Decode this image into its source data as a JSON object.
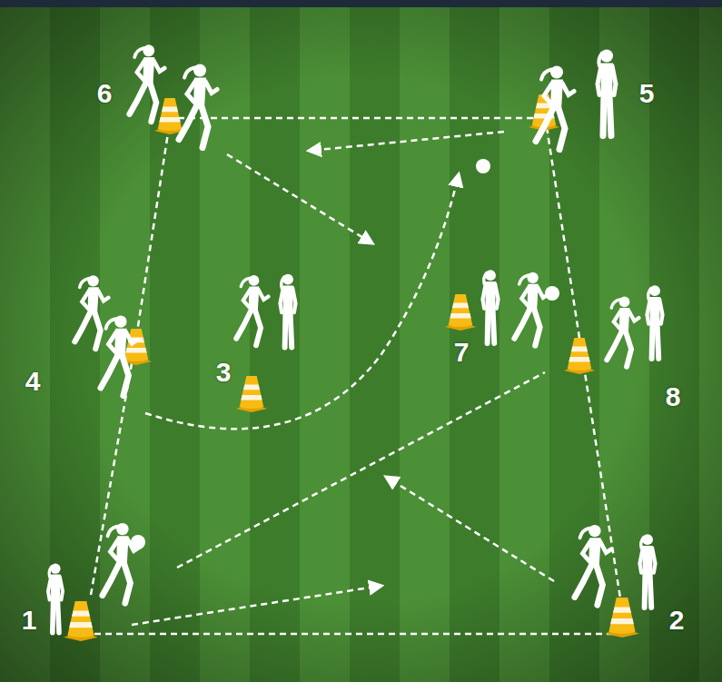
{
  "diagram": {
    "labels": [
      "6",
      "5",
      "4",
      "3",
      "7",
      "8",
      "1",
      "2"
    ]
  }
}
